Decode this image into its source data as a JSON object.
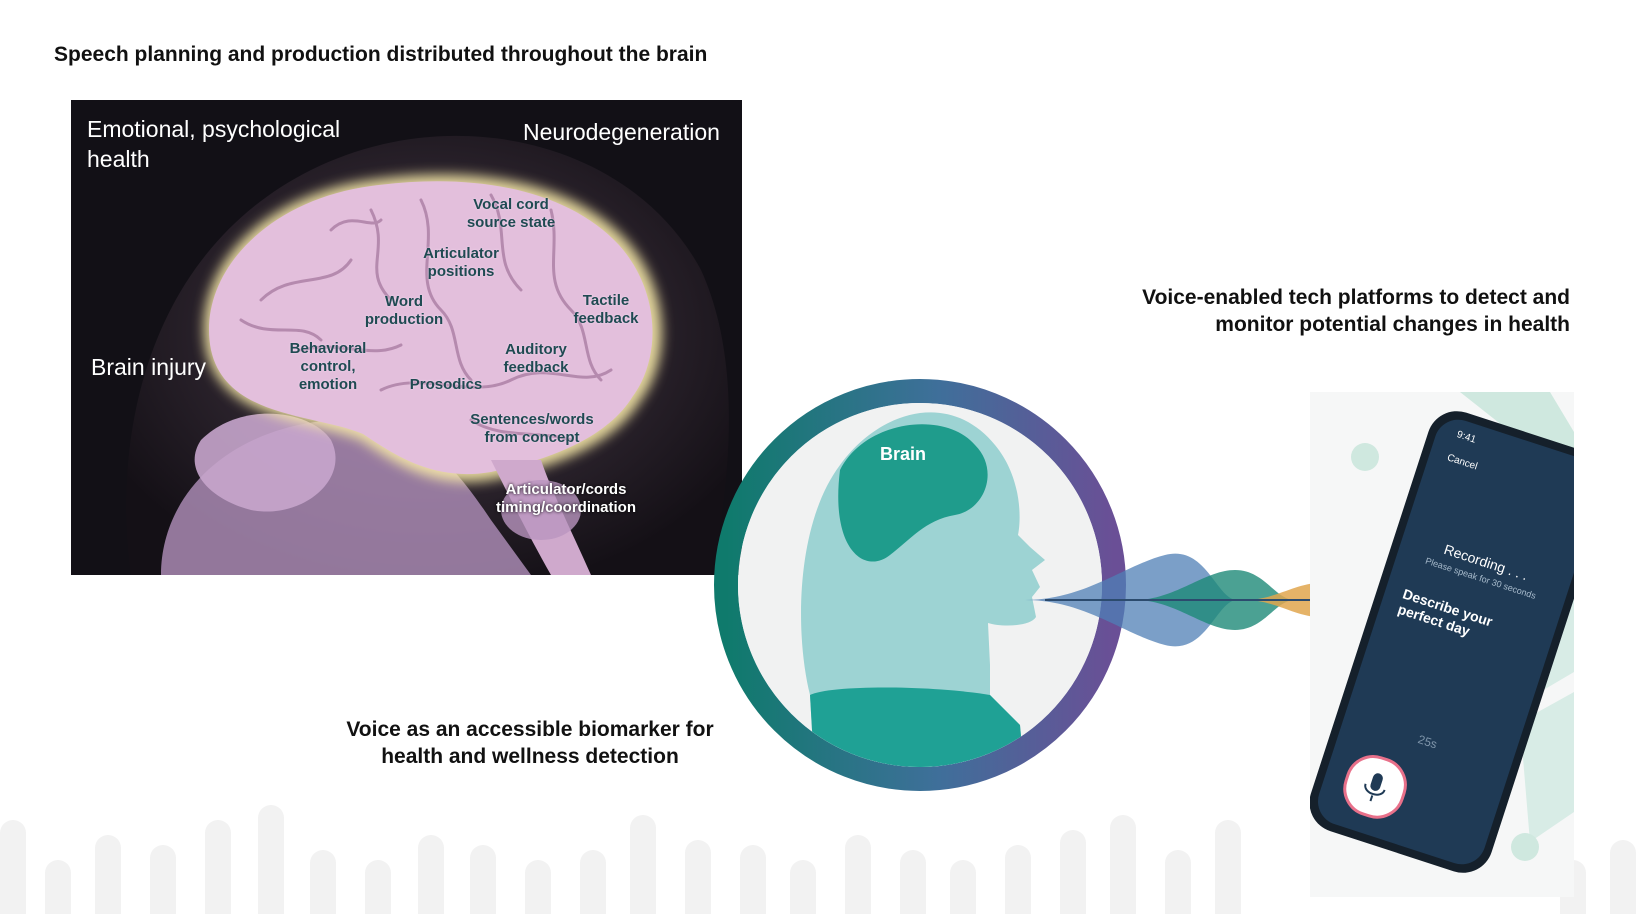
{
  "slide": {
    "title": "Speech planning and production distributed throughout the brain",
    "platforms_caption": "Voice-enabled tech platforms to detect and monitor potential changes in health",
    "biomarker_caption": "Voice as an accessible biomarker for health and wellness detection"
  },
  "brain_panel": {
    "corner_labels": {
      "emotional": "Emotional, psychological health",
      "neuro": "Neurodegeneration",
      "injury": "Brain injury"
    },
    "regions": {
      "vocal_cord": "Vocal cord source state",
      "articulator_positions": "Articulator positions",
      "word_production": "Word production",
      "tactile": "Tactile feedback",
      "behavioral": "Behavioral control, emotion",
      "auditory": "Auditory feedback",
      "prosodics": "Prosodics",
      "sentences": "Sentences/words from concept",
      "timing": "Articulator/cords timing/coordination"
    }
  },
  "head_diagram": {
    "brain_label": "Brain"
  },
  "phone": {
    "time": "9:41",
    "cancel": "Cancel",
    "recording": "Recording . . .",
    "instruction": "Please speak for 30 seconds",
    "prompt": "Describe your perfect day",
    "timer": "25s"
  },
  "colors": {
    "brain_glow": "#f7e9a8",
    "brain_tissue": "#e3bfdc",
    "region_text": "#1f4a52",
    "ring_start": "#0f7a6c",
    "ring_end": "#6a4f96",
    "head_fill": "#9dd3d3",
    "phone_screen": "#1f3a55",
    "wave_blue": "#4f7fb5",
    "wave_green": "#1e8a78",
    "wave_orange": "#e0a64e"
  }
}
